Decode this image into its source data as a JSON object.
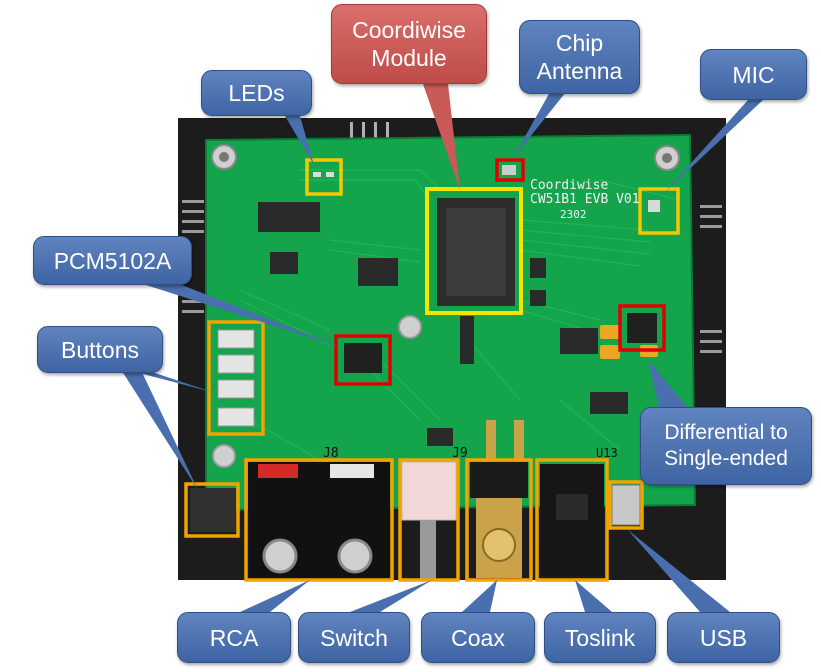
{
  "labels": {
    "leds": "LEDs",
    "coordiwise_module": "Coordiwise Module",
    "chip_antenna": "Chip Antenna",
    "mic": "MIC",
    "pcm5102a": "PCM5102A",
    "buttons": "Buttons",
    "differential": "Differential to Single-ended",
    "rca": "RCA",
    "switch": "Switch",
    "coax": "Coax",
    "toslink": "Toslink",
    "usb": "USB"
  },
  "board_text": {
    "brand": "Coordiwise",
    "model": "CW51B1 EVB V01",
    "date": "2302",
    "j8": "J8",
    "j9": "J9",
    "u13": "U13"
  },
  "colors": {
    "callout_blue": "#4a6fae",
    "callout_red": "#c95a56",
    "highlight_yellow": "#f5e400",
    "highlight_orange": "#f0a400",
    "highlight_red": "#e00000",
    "pcb_green": "#14a44c"
  }
}
